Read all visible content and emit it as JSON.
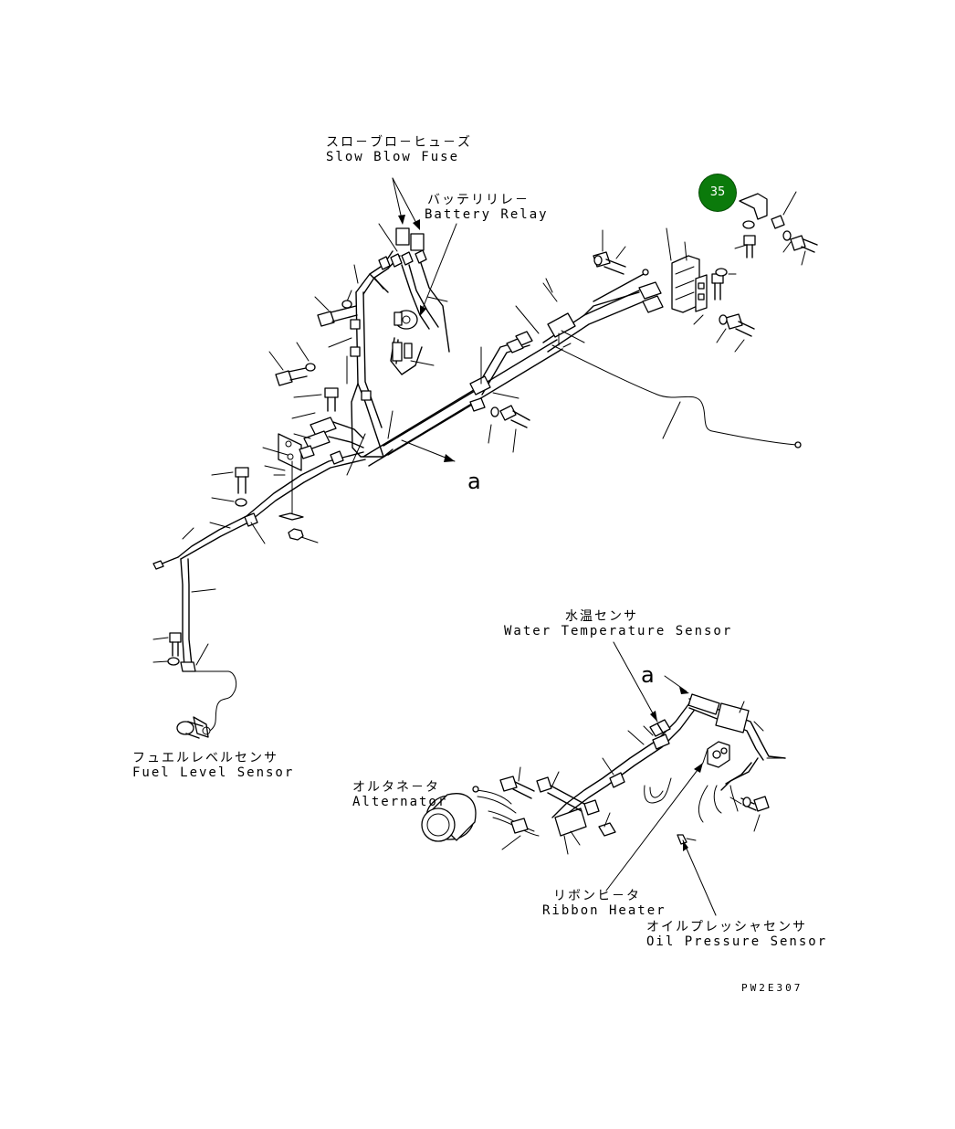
{
  "callout": {
    "number": "35",
    "color": "#0b7a0b"
  },
  "labels": {
    "slow_blow_fuse": {
      "jp": "スロ－ブロ－ヒュ－ズ",
      "en": "Slow Blow Fuse"
    },
    "battery_relay": {
      "jp": "バッテリリレ－",
      "en": "Battery Relay"
    },
    "fuel_level_sensor": {
      "jp": "フュエルレベルセンサ",
      "en": "Fuel Level Sensor"
    },
    "water_temperature_sensor": {
      "jp": "水温センサ",
      "en": "Water Temperature Sensor"
    },
    "alternator": {
      "jp": "オルタネ－タ",
      "en": "Alternator"
    },
    "ribbon_heater": {
      "jp": "リボンヒ－タ",
      "en": "Ribbon Heater"
    },
    "oil_pressure_sensor": {
      "jp": "オイルプレッシャセンサ",
      "en": "Oil Pressure Sensor"
    }
  },
  "reference_marks": {
    "upper": "a",
    "lower": "a"
  },
  "drawing_code": "PW2E307"
}
